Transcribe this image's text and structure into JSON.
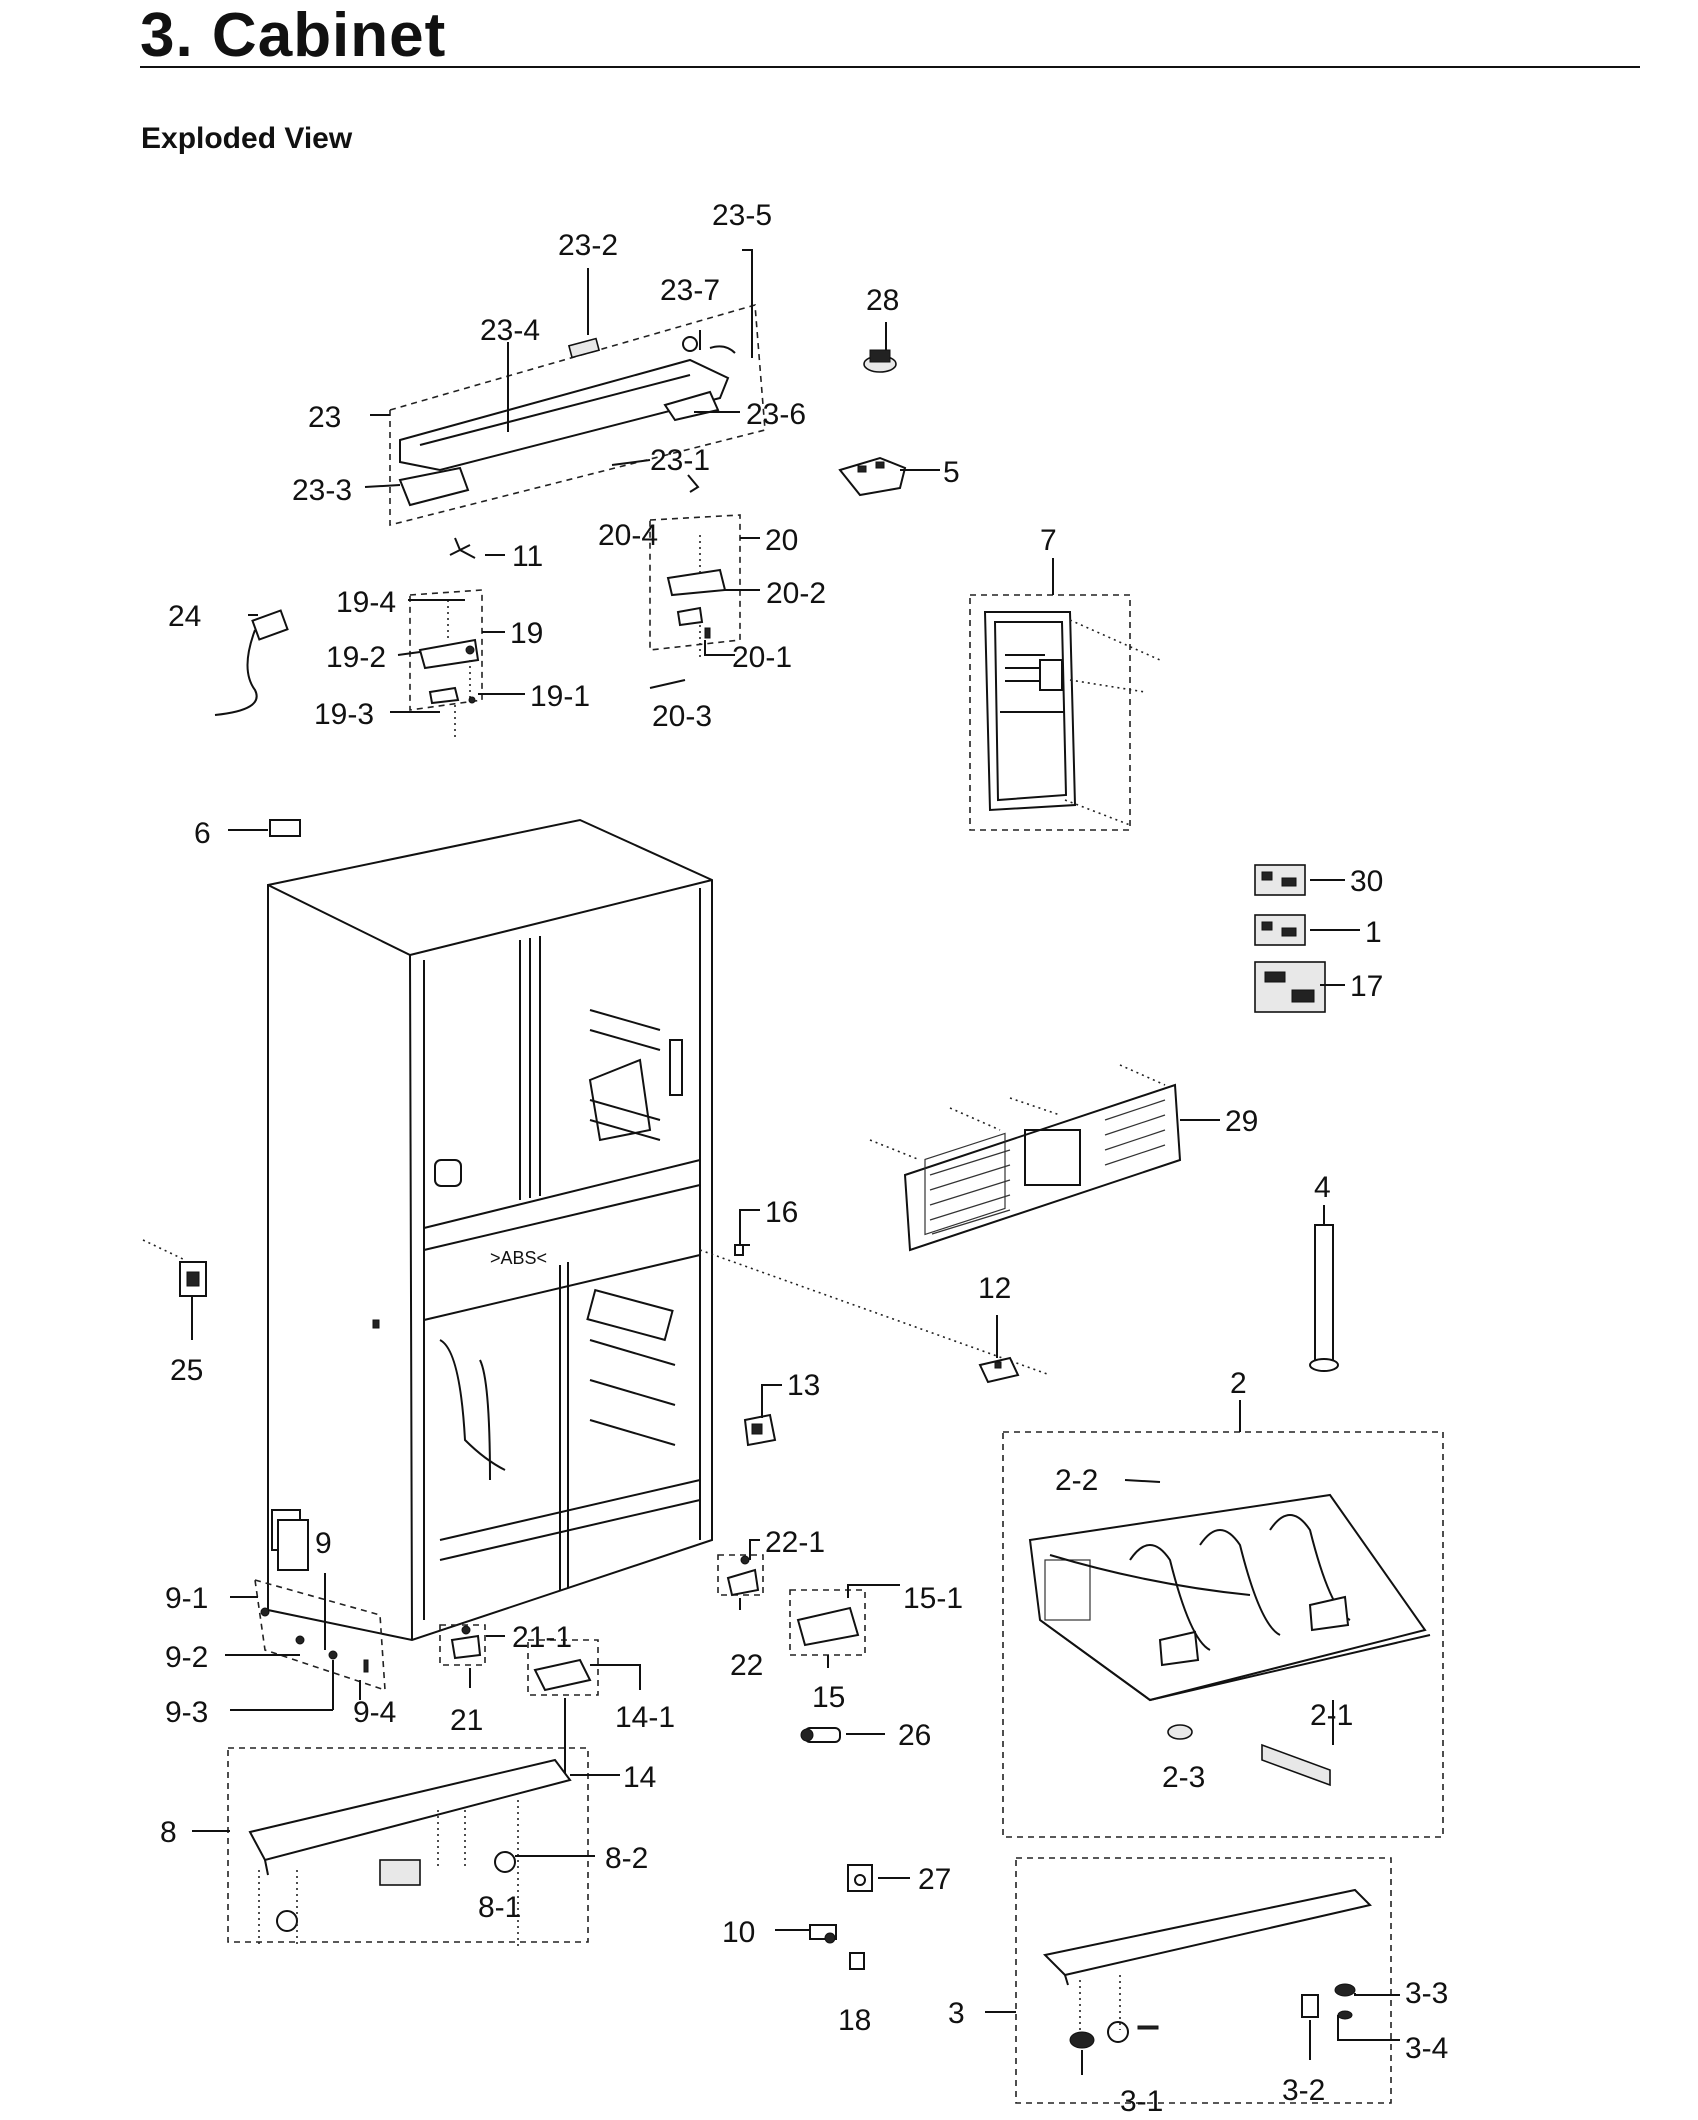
{
  "header": {
    "title": "3.  Cabinet",
    "subtitle": "Exploded View"
  },
  "labels": [
    {
      "id": "23-5",
      "text": "23-5"
    },
    {
      "id": "23-2",
      "text": "23-2"
    },
    {
      "id": "23-7",
      "text": "23-7"
    },
    {
      "id": "28",
      "text": "28"
    },
    {
      "id": "23-4",
      "text": "23-4"
    },
    {
      "id": "23",
      "text": "23"
    },
    {
      "id": "23-6",
      "text": "23-6"
    },
    {
      "id": "23-1",
      "text": "23-1"
    },
    {
      "id": "5",
      "text": "5"
    },
    {
      "id": "23-3",
      "text": "23-3"
    },
    {
      "id": "20-4",
      "text": "20-4"
    },
    {
      "id": "20",
      "text": "20"
    },
    {
      "id": "11",
      "text": "11"
    },
    {
      "id": "7",
      "text": "7"
    },
    {
      "id": "19-4",
      "text": "19-4"
    },
    {
      "id": "20-2",
      "text": "20-2"
    },
    {
      "id": "24",
      "text": "24"
    },
    {
      "id": "19",
      "text": "19"
    },
    {
      "id": "19-2",
      "text": "19-2"
    },
    {
      "id": "20-1",
      "text": "20-1"
    },
    {
      "id": "19-1",
      "text": "19-1"
    },
    {
      "id": "19-3",
      "text": "19-3"
    },
    {
      "id": "20-3",
      "text": "20-3"
    },
    {
      "id": "6",
      "text": "6"
    },
    {
      "id": "30",
      "text": "30"
    },
    {
      "id": "1",
      "text": "1"
    },
    {
      "id": "17",
      "text": "17"
    },
    {
      "id": "29",
      "text": "29"
    },
    {
      "id": "4",
      "text": "4"
    },
    {
      "id": "16",
      "text": "16"
    },
    {
      "id": "12",
      "text": "12"
    },
    {
      "id": "25",
      "text": "25"
    },
    {
      "id": "13",
      "text": "13"
    },
    {
      "id": "2",
      "text": "2"
    },
    {
      "id": "2-2",
      "text": "2-2"
    },
    {
      "id": "9",
      "text": "9"
    },
    {
      "id": "22-1",
      "text": "22-1"
    },
    {
      "id": "9-1",
      "text": "9-1"
    },
    {
      "id": "15-1",
      "text": "15-1"
    },
    {
      "id": "21-1",
      "text": "21-1"
    },
    {
      "id": "22",
      "text": "22"
    },
    {
      "id": "9-2",
      "text": "9-2"
    },
    {
      "id": "15",
      "text": "15"
    },
    {
      "id": "2-1",
      "text": "2-1"
    },
    {
      "id": "9-3",
      "text": "9-3"
    },
    {
      "id": "9-4",
      "text": "9-4"
    },
    {
      "id": "21",
      "text": "21"
    },
    {
      "id": "14-1",
      "text": "14-1"
    },
    {
      "id": "26",
      "text": "26"
    },
    {
      "id": "14",
      "text": "14"
    },
    {
      "id": "2-3",
      "text": "2-3"
    },
    {
      "id": "8",
      "text": "8"
    },
    {
      "id": "8-2",
      "text": "8-2"
    },
    {
      "id": "27",
      "text": "27"
    },
    {
      "id": "8-1",
      "text": "8-1"
    },
    {
      "id": "10",
      "text": "10"
    },
    {
      "id": "3-3",
      "text": "3-3"
    },
    {
      "id": "3",
      "text": "3"
    },
    {
      "id": "18",
      "text": "18"
    },
    {
      "id": "3-4",
      "text": "3-4"
    },
    {
      "id": "3-1",
      "text": "3-1"
    },
    {
      "id": "3-2",
      "text": "3-2"
    }
  ],
  "cabinet_marking": ">ABS<"
}
